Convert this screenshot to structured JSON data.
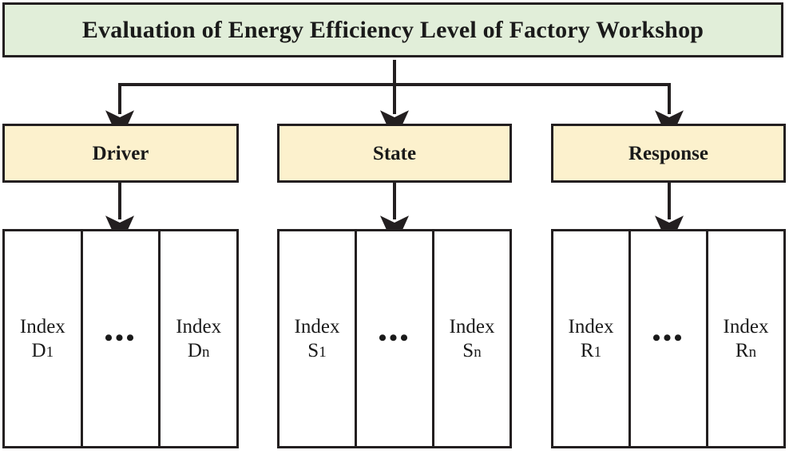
{
  "title": {
    "text": "Evaluation of Energy Efficiency Level of Factory Workshop",
    "fill": "#e1eed9",
    "border": "#231f20"
  },
  "categories": [
    {
      "id": "driver",
      "label": "Driver",
      "fill": "#fcf1cd"
    },
    {
      "id": "state",
      "label": "State",
      "fill": "#fcf1cd"
    },
    {
      "id": "response",
      "label": "Response",
      "fill": "#fcf1cd"
    }
  ],
  "index_groups": [
    {
      "id": "driver-indices",
      "cells": [
        {
          "line1": "Index",
          "line2_main": "D",
          "line2_sub": "1"
        },
        {
          "ellipsis": "•••"
        },
        {
          "line1": "Index",
          "line2_main": "D",
          "line2_sub": "n"
        }
      ]
    },
    {
      "id": "state-indices",
      "cells": [
        {
          "line1": "Index",
          "line2_main": "S",
          "line2_sub": "1"
        },
        {
          "ellipsis": "•••"
        },
        {
          "line1": "Index",
          "line2_main": "S",
          "line2_sub": "n"
        }
      ]
    },
    {
      "id": "response-indices",
      "cells": [
        {
          "line1": "Index",
          "line2_main": "R",
          "line2_sub": "1"
        },
        {
          "ellipsis": "•••"
        },
        {
          "line1": "Index",
          "line2_main": "R",
          "line2_sub": "n"
        }
      ]
    }
  ],
  "connectors": {
    "stroke": "#231f20",
    "style": "orthogonal-arrows",
    "note": "One trunk from title down to a horizontal bus, three branch arrows into category boxes, and one straight arrow from each category box into its index group."
  }
}
